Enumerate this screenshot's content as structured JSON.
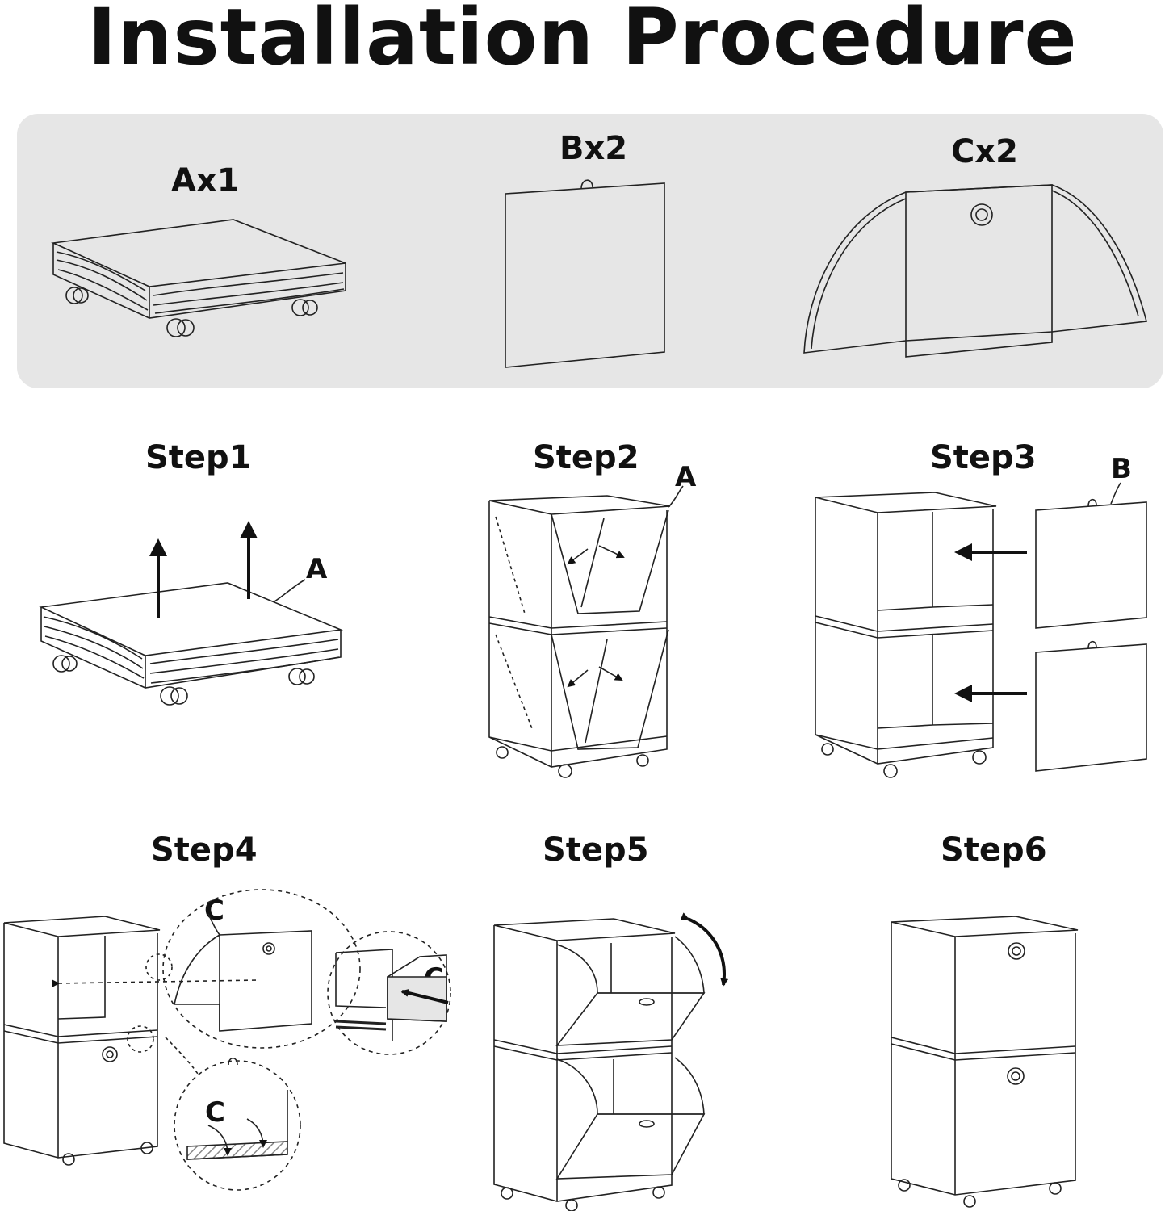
{
  "title": "Installation Procedure",
  "parts": [
    {
      "label": "Ax1",
      "icon": "cart-base-with-casters"
    },
    {
      "label": "Bx2",
      "icon": "square-panel"
    },
    {
      "label": "Cx2",
      "icon": "curved-bin-panel"
    }
  ],
  "steps": [
    {
      "label": "Step1",
      "callouts": [
        "A"
      ]
    },
    {
      "label": "Step2",
      "callouts": [
        "A"
      ]
    },
    {
      "label": "Step3",
      "callouts": [
        "B"
      ]
    },
    {
      "label": "Step4",
      "callouts": [
        "C",
        "C",
        "C"
      ]
    },
    {
      "label": "Step5",
      "callouts": []
    },
    {
      "label": "Step6",
      "callouts": []
    }
  ],
  "colors": {
    "panel_background": "#e6e6e6",
    "line": "#222222",
    "hatch": "#999999"
  }
}
